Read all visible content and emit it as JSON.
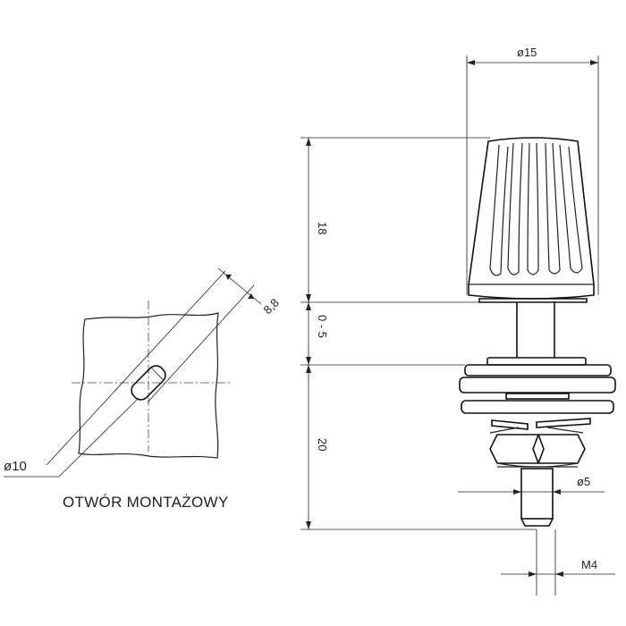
{
  "mounting_hole": {
    "caption": "OTWÓR MONTAŻOWY",
    "width_label": "8,8",
    "diameter_label": "ø10"
  },
  "terminal": {
    "cap_diameter_label": "ø15",
    "cap_height_label": "18",
    "gap_label": "0 - 5",
    "body_length_label": "20",
    "stud_diameter_label": "ø5",
    "thread_label": "M4"
  }
}
